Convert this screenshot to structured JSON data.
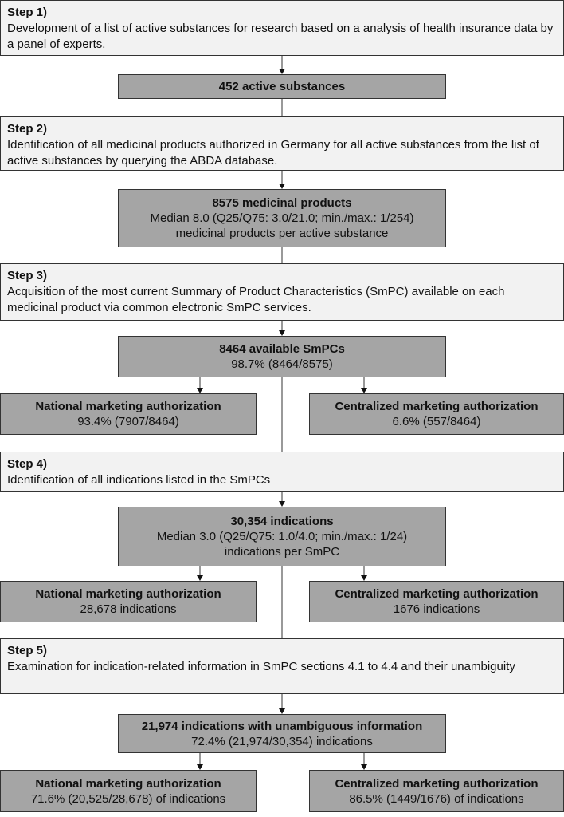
{
  "steps": [
    {
      "title": "Step 1)",
      "text": "Development of a list of active substances for research based on a analysis of health insurance data by a panel of experts."
    },
    {
      "title": "Step 2)",
      "text": "Identification of all medicinal products authorized in Germany for all active substances from the list of active substances by querying the ABDA database."
    },
    {
      "title": "Step 3)",
      "text": "Acquisition of the most current Summary of Product Characteristics (SmPC) available on each medicinal product via common electronic SmPC services."
    },
    {
      "title": "Step 4)",
      "text": "Identification of all indications listed in the SmPCs"
    },
    {
      "title": "Step 5)",
      "text": "Examination for indication-related information in SmPC sections 4.1 to 4.4 and their unambiguity"
    }
  ],
  "results": {
    "substances": {
      "bold": "452 active substances"
    },
    "products": {
      "bold": "8575 medicinal products",
      "line2": "Median 8.0 (Q25/Q75: 3.0/21.0; min./max.: 1/254)",
      "line3": "medicinal products per active substance"
    },
    "smpcs": {
      "bold": "8464 available SmPCs",
      "line2": "98.7% (8464/8575)"
    },
    "indications": {
      "bold": "30,354 indications",
      "line2": "Median 3.0 (Q25/Q75: 1.0/4.0; min./max.: 1/24)",
      "line3": "indications per SmPC"
    },
    "unambiguous": {
      "bold": "21,974 indications with unambiguous information",
      "line2": "72.4% (21,974/30,354) indications"
    }
  },
  "splits": {
    "smpc_national": {
      "bold": "National marketing authorization",
      "line2": "93.4% (7907/8464)"
    },
    "smpc_centralized": {
      "bold": "Centralized marketing authorization",
      "line2": "6.6% (557/8464)"
    },
    "ind_national": {
      "bold": "National marketing authorization",
      "line2": "28,678 indications"
    },
    "ind_centralized": {
      "bold": "Centralized marketing authorization",
      "line2": "1676 indications"
    },
    "unamb_national": {
      "bold": "National marketing authorization",
      "line2": "71.6% (20,525/28,678) of indications"
    },
    "unamb_centralized": {
      "bold": "Centralized marketing authorization",
      "line2": "86.5% (1449/1676) of indications"
    }
  }
}
